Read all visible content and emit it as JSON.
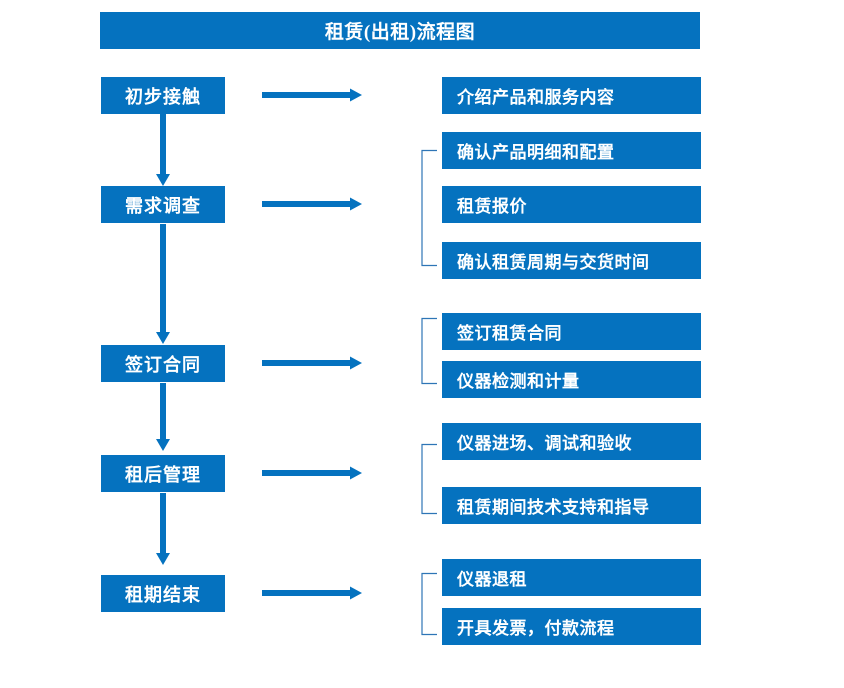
{
  "chart_data": {
    "type": "diagram",
    "title": "租赁(出租)流程图",
    "diagram_kind": "flowchart",
    "accent_color": "#0572bf",
    "bracket_color": "#2e75b6",
    "text_color": "#ffffff",
    "background": "#ffffff",
    "stages": [
      {
        "label": "初步接触",
        "details": [
          "介绍产品和服务内容"
        ]
      },
      {
        "label": "需求调查",
        "details": [
          "确认产品明细和配置",
          "租赁报价",
          "确认租赁周期与交货时间"
        ]
      },
      {
        "label": "签订合同",
        "details": [
          "签订租赁合同",
          "仪器检测和计量"
        ]
      },
      {
        "label": "租后管理",
        "details": [
          "仪器进场、调试和验收",
          "租赁期间技术支持和指导"
        ]
      },
      {
        "label": "租期结束",
        "details": [
          "仪器退租",
          "开具发票，付款流程"
        ]
      }
    ]
  },
  "header": {
    "title": "租赁(出租)流程图"
  },
  "stages": [
    {
      "label": "初步接触"
    },
    {
      "label": "需求调查"
    },
    {
      "label": "签订合同"
    },
    {
      "label": "租后管理"
    },
    {
      "label": "租期结束"
    }
  ],
  "details": [
    {
      "label": "介绍产品和服务内容"
    },
    {
      "label": "确认产品明细和配置"
    },
    {
      "label": "租赁报价"
    },
    {
      "label": "确认租赁周期与交货时间"
    },
    {
      "label": "签订租赁合同"
    },
    {
      "label": "仪器检测和计量"
    },
    {
      "label": "仪器进场、调试和验收"
    },
    {
      "label": "租赁期间技术支持和指导"
    },
    {
      "label": "仪器退租"
    },
    {
      "label": "开具发票，付款流程"
    }
  ]
}
